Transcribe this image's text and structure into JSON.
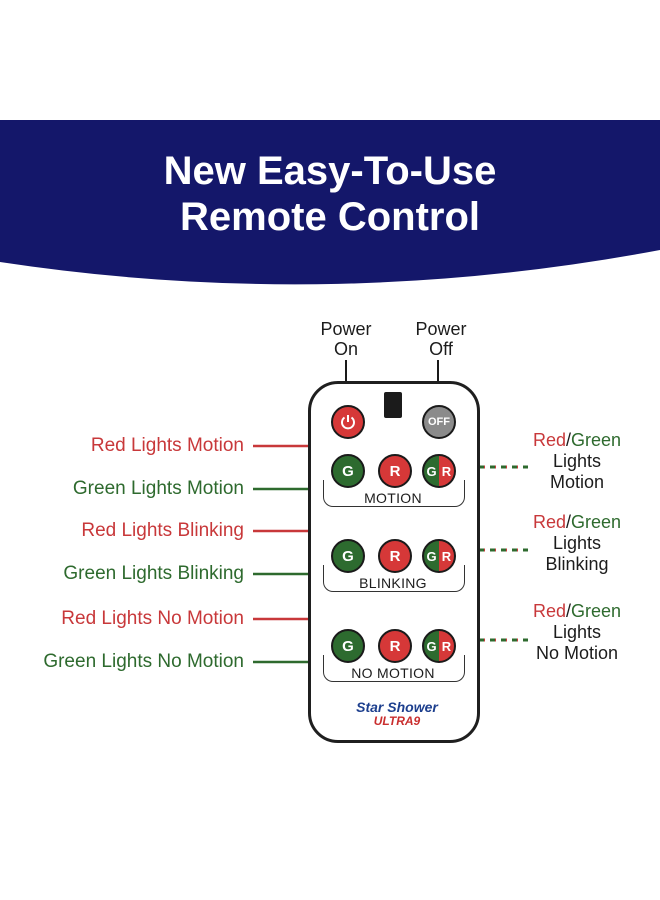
{
  "banner": {
    "title_line1": "New Easy-To-Use",
    "title_line2": "Remote Control",
    "color": "#14176a"
  },
  "power": {
    "on_label_1": "Power",
    "on_label_2": "On",
    "off_label_1": "Power",
    "off_label_2": "Off",
    "off_button": "OFF"
  },
  "groups": [
    {
      "name": "MOTION",
      "left_red": "Red Lights Motion",
      "left_green": "Green Lights Motion",
      "right_red": "Red",
      "right_slash": "/",
      "right_green": "Green",
      "right_lights": "Lights",
      "right_mode": "Motion"
    },
    {
      "name": "BLINKING",
      "left_red": "Red Lights Blinking",
      "left_green": "Green Lights Blinking",
      "right_red": "Red",
      "right_slash": "/",
      "right_green": "Green",
      "right_lights": "Lights",
      "right_mode": "Blinking"
    },
    {
      "name": "NO MOTION",
      "left_red": "Red Lights No Motion",
      "left_green": "Green Lights No Motion",
      "right_red": "Red",
      "right_slash": "/",
      "right_green": "Green",
      "right_lights": "Lights",
      "right_mode": "No Motion"
    }
  ],
  "buttons": {
    "green": "G",
    "red": "R"
  },
  "brand": {
    "line1": "Star Shower",
    "line2": "ULTRA9"
  },
  "colors": {
    "red": "#c8383a",
    "green": "#2e6a2e",
    "navy": "#14176a"
  }
}
